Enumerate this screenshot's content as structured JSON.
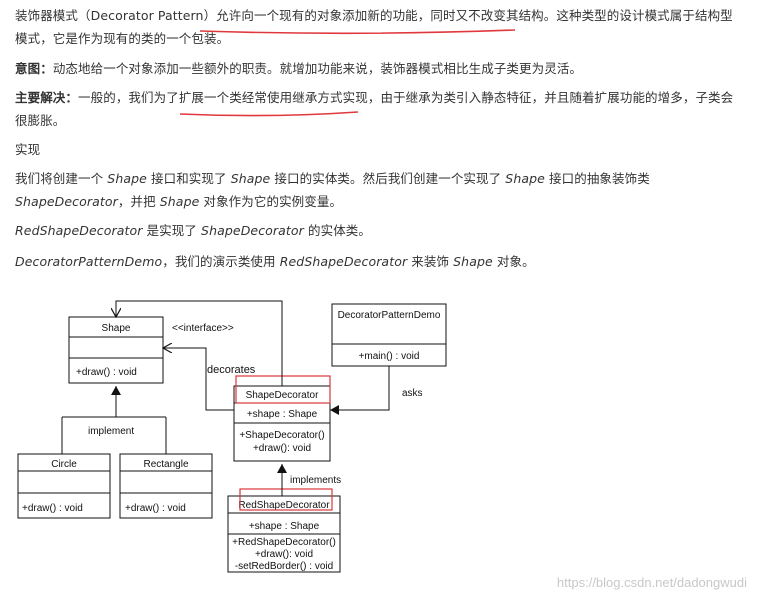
{
  "text": {
    "p1": {
      "a": "装饰器模式（Decorator Pattern）",
      "u": "允许向一个现有的对象添加新的功能，同时又不改变其结构。",
      "b": "这种类型的设计模式属于结构型模式，它是作为现有的类的一个包装。"
    },
    "p2": {
      "label": "意图：",
      "text": "动态地给一个对象添加一些额外的职责。就增加功能来说，装饰器模式相比生成子类更为灵活。"
    },
    "p3": {
      "label": "主要解决：",
      "a": "一般的，我们为了",
      "u": "扩展一个类经常使用继承方式实现，",
      "b": "由于继承为类引入静态特征，并且随着扩展功能的增多，子类会很膨胀。"
    },
    "p4": "实现",
    "p5": {
      "t1": "我们将创建一个 ",
      "i1": "Shape",
      "t2": " 接口和实现了 ",
      "i2": "Shape",
      "t3": " 接口的实体类。然后我们创建一个实现了 ",
      "i3": "Shape",
      "t4": " 接口的抽象装饰类 ",
      "i4": "ShapeDecorator",
      "t5": "，并把 ",
      "i5": "Shape",
      "t6": " 对象作为它的实例变量。"
    },
    "p6": {
      "i1": "RedShapeDecorator",
      "t1": " 是实现了 ",
      "i2": "ShapeDecorator",
      "t2": " 的实体类。"
    },
    "p7": {
      "i1": "DecoratorPatternDemo",
      "t1": "，我们的演示类使用 ",
      "i2": "RedShapeDecorator",
      "t2": " 来装饰 ",
      "i3": "Shape",
      "t3": " 对象。"
    }
  },
  "diagram": {
    "shape_name": "Shape",
    "shape_stereotype": "<<interface>>",
    "shape_method": "+draw() : void",
    "circle_name": "Circle",
    "circle_method": "+draw() : void",
    "rectangle_name": "Rectangle",
    "rectangle_method": "+draw() : void",
    "implement_label": "implement",
    "decorates_label": "decorates",
    "decorator_name": "ShapeDecorator",
    "decorator_attr": "+shape : Shape",
    "decorator_m1": "+ShapeDecorator()",
    "decorator_m2": "+draw(): void",
    "demo_name": "DecoratorPatternDemo",
    "demo_method": "+main() : void",
    "asks_label": "asks",
    "implements_label": "implements",
    "red_name": "RedShapeDecorator",
    "red_attr": "+shape : Shape",
    "red_m1": "+RedShapeDecorator()",
    "red_m2": "+draw(): void",
    "red_m3": "-setRedBorder() : void"
  },
  "watermark": "https://blog.csdn.net/dadongwudi",
  "colors": {
    "highlight_red": "#d9373b",
    "underline_red": "#e0383d",
    "text": "#333333"
  }
}
